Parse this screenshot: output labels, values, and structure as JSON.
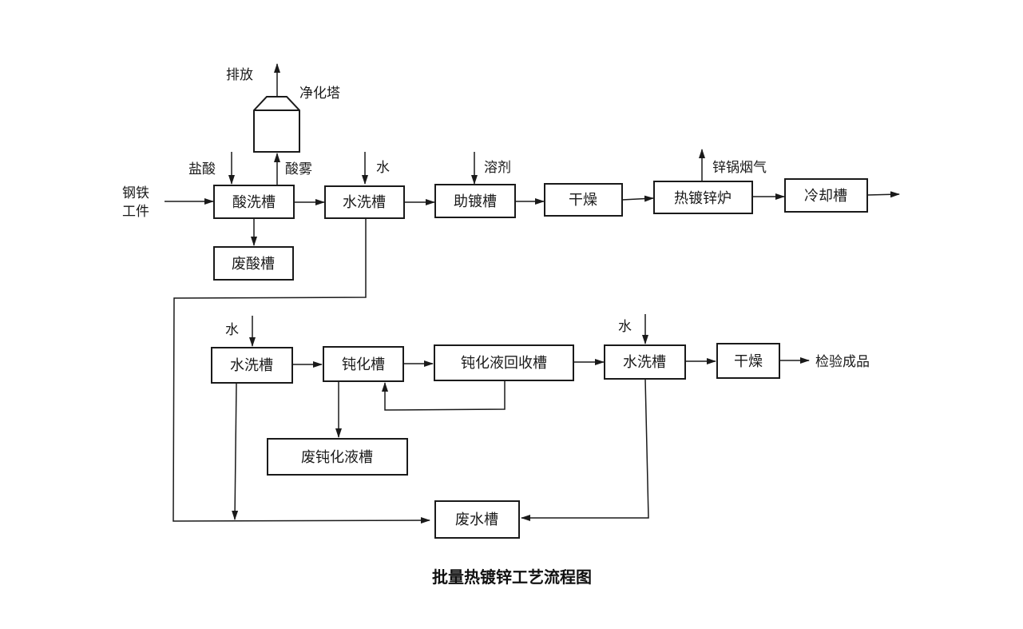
{
  "title": "批量热镀锌工艺流程图",
  "nodes": {
    "acid_wash_tank": "酸洗槽",
    "water_wash_tank_1": "水洗槽",
    "flux_tank": "助镀槽",
    "dryer_1": "干燥",
    "galvanizing_furnace": "热镀锌炉",
    "cooling_tank": "冷却槽",
    "waste_acid_tank": "废酸槽",
    "purification_tower": "净化塔",
    "water_wash_tank_2": "水洗槽",
    "passivation_tank": "钝化槽",
    "passivation_recovery_tank": "钝化液回收槽",
    "water_wash_tank_3": "水洗槽",
    "dryer_2": "干燥",
    "waste_passivation_tank": "废钝化液槽",
    "waste_water_tank": "废水槽"
  },
  "labels": {
    "steel_input_line1": "钢铁",
    "steel_input_line2": "工件",
    "hydrochloric_acid": "盐酸",
    "acid_mist": "酸雾",
    "discharge": "排放",
    "water_1": "水",
    "flux": "溶剂",
    "zinc_pot_fumes": "锌锅烟气",
    "water_2": "水",
    "water_3": "水",
    "inspect_product": "检验成品"
  }
}
